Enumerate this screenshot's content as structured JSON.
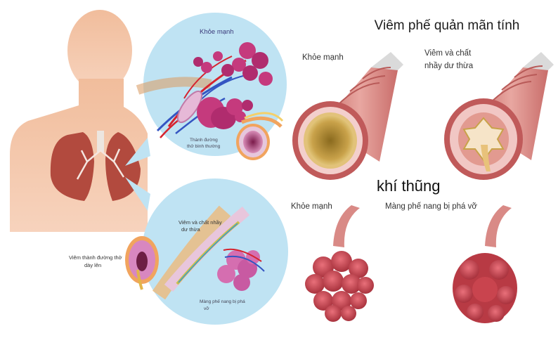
{
  "colors": {
    "skin": "#f0b894",
    "lung": "#b24a3e",
    "circle_bg": "#bfe3f3",
    "airway_wall": "#d98a86",
    "mucus": "#c49a3a",
    "alveoli": "#c9444e"
  },
  "left": {
    "top_circle_label": "Khỏe mạnh",
    "top_airway_label_1": "Thành đường",
    "top_airway_label_2": "thở bình thường",
    "bottom_inflamed_label_1": "Viêm và chất nhầy",
    "bottom_inflamed_label_2": "dư thừa",
    "bottom_wall_label_1": "Viêm thành đường thở",
    "bottom_wall_label_2": "dày lên",
    "bottom_alveoli_label_1": "Màng phế nang bị phá",
    "bottom_alveoli_label_2": "vỡ"
  },
  "right": {
    "bronchitis_title": "Viêm phế quản mãn tính",
    "healthy_label": "Khỏe mạnh",
    "inflamed_label_1": "Viêm và chất",
    "inflamed_label_2": "nhầy dư thừa",
    "emphysema_title": "khí thũng",
    "healthy_label_2": "Khỏe mạnh",
    "damaged_label": "Màng phế nang bị phá vỡ"
  }
}
